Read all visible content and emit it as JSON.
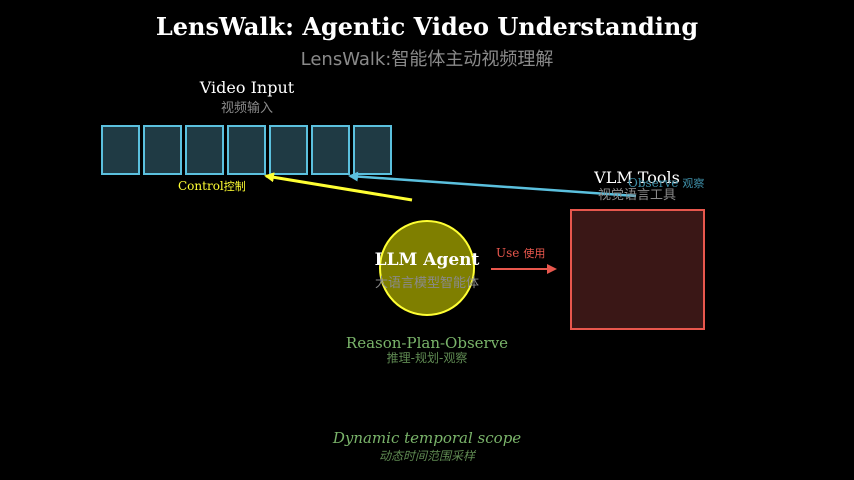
{
  "title": "LensWalk: Agentic Video Understanding",
  "subtitle": "LensWalk:智能体主动视频理解",
  "video_input": {
    "label": "Video Input",
    "label_zh": "视频输入",
    "frame_count": 7,
    "control_label": "Control",
    "control_label_zh": "控制"
  },
  "vlm_tools": {
    "label": "VLM Tools",
    "label_zh": "视觉语言工具",
    "observe_label": "Observe",
    "observe_label_zh": "观察"
  },
  "agent": {
    "label": "LLM Agent",
    "label_zh": "大语言模型智能体",
    "loop_label": "Reason-Plan-Observe",
    "loop_label_zh": "推理-规划-观察",
    "use_label": "Use",
    "use_label_zh": "使用"
  },
  "footer": {
    "label": "Dynamic temporal scope",
    "label_zh": "动态时间范围采样"
  },
  "colors": {
    "frame": "#5bc0de",
    "frame_fill": "#1f3a44",
    "control": "#ffff33",
    "agent_fill": "#7f7f00",
    "agent_stroke": "#ffff33",
    "vlm_box": "#e8574d",
    "vlm_fill": "#3a1716",
    "green_text": "#7ab46a",
    "dim_text": "#8a8a8a"
  }
}
